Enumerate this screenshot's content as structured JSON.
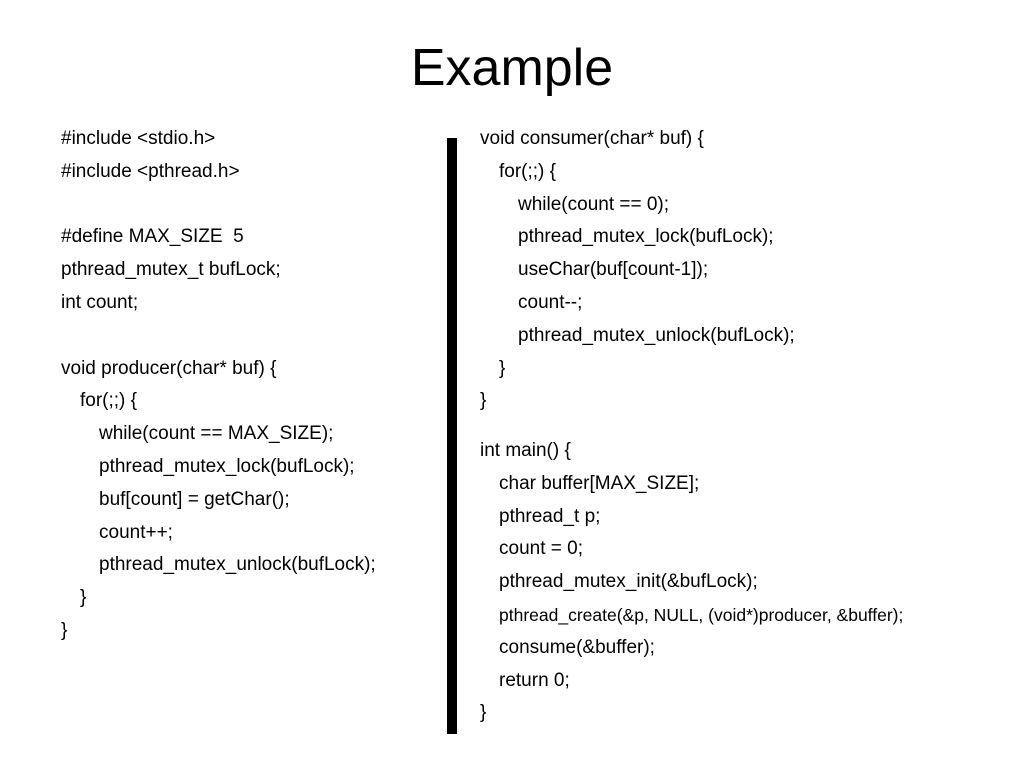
{
  "title": "Example",
  "left_code": [
    "#include <stdio.h>",
    "#include <pthread.h>",
    "",
    "#define MAX_SIZE  5",
    "pthread_mutex_t bufLock;",
    "int count;",
    "",
    "void producer(char* buf) {",
    "for(;;) {",
    "while(count == MAX_SIZE);",
    "pthread_mutex_lock(bufLock);",
    "buf[count] = getChar();",
    "count++;",
    "pthread_mutex_unlock(bufLock);",
    "}",
    "}"
  ],
  "right_code_consumer": [
    "void consumer(char* buf) {",
    "for(;;) {",
    "while(count == 0);",
    "pthread_mutex_lock(bufLock);",
    "useChar(buf[count-1]);",
    "count--;",
    "pthread_mutex_unlock(bufLock);",
    "}",
    "}"
  ],
  "right_code_main": [
    "int main() {",
    "char buffer[MAX_SIZE];",
    "pthread_t p;",
    "count = 0;",
    "pthread_mutex_init(&bufLock);",
    "pthread_create(&p, NULL, (void*)producer, &buffer);",
    "consume(&buffer);",
    "return 0;",
    "}"
  ]
}
